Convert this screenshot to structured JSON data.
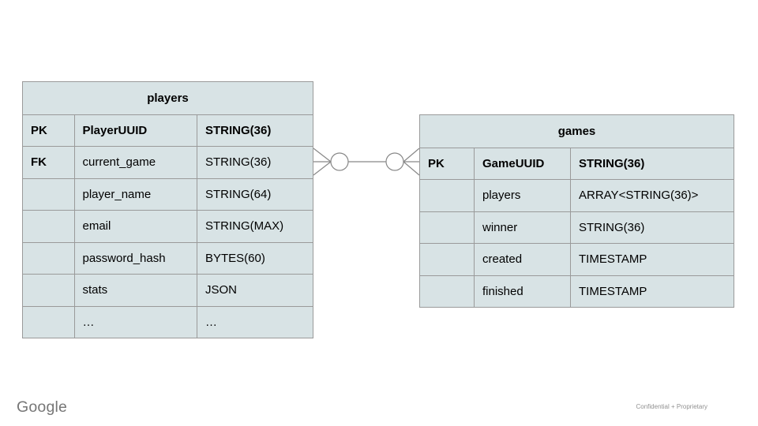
{
  "slide": {
    "footer_brand": "Google",
    "footer_note": "Confidential + Proprietary"
  },
  "colors": {
    "table_fill": "#d8e3e5",
    "table_border": "#9a9a9a",
    "connector": "#888888",
    "text": "#000000",
    "brand_gray": "#767676",
    "note_gray": "#919191"
  },
  "tables": [
    {
      "title": "players",
      "rows": [
        {
          "key": "PK",
          "name": "PlayerUUID",
          "type": "STRING(36)"
        },
        {
          "key": "FK",
          "name": "current_game",
          "type": "STRING(36)"
        },
        {
          "key": "",
          "name": "player_name",
          "type": "STRING(64)"
        },
        {
          "key": "",
          "name": "email",
          "type": "STRING(MAX)"
        },
        {
          "key": "",
          "name": "password_hash",
          "type": "BYTES(60)"
        },
        {
          "key": "",
          "name": "stats",
          "type": "JSON"
        },
        {
          "key": "",
          "name": "…",
          "type": "…"
        }
      ]
    },
    {
      "title": "games",
      "rows": [
        {
          "key": "PK",
          "name": "GameUUID",
          "type": "STRING(36)"
        },
        {
          "key": "",
          "name": "players",
          "type": "ARRAY<STRING(36)>"
        },
        {
          "key": "",
          "name": "winner",
          "type": "STRING(36)"
        },
        {
          "key": "",
          "name": "created",
          "type": "TIMESTAMP"
        },
        {
          "key": "",
          "name": "finished",
          "type": "TIMESTAMP"
        }
      ]
    }
  ],
  "relationship": {
    "notation": "zero-or-many to zero-or-many",
    "from_row": "players.current_game",
    "to_row": "games.GameUUID"
  }
}
